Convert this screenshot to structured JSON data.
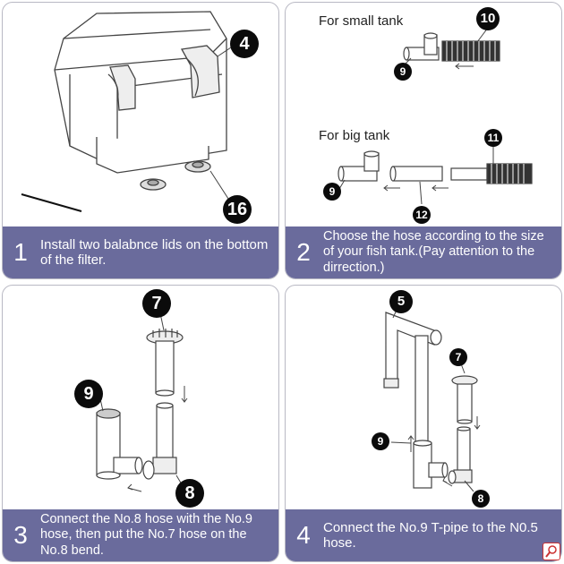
{
  "panels": [
    {
      "number": "1",
      "caption": "Install two balabnce lids on the bottom of the filter.",
      "callouts": [
        "4",
        "16"
      ]
    },
    {
      "number": "2",
      "caption": "Choose the hose according to the size of your fish tank.(Pay attention to the dirrection.)",
      "small_label": "For small tank",
      "big_label": "For big tank",
      "callouts": [
        "10",
        "9",
        "11",
        "9",
        "12"
      ]
    },
    {
      "number": "3",
      "caption": "Connect the No.8 hose with the No.9 hose, then put the No.7 hose on the No.8 bend.",
      "callouts": [
        "7",
        "9",
        "8"
      ]
    },
    {
      "number": "4",
      "caption": "Connect the No.9 T-pipe to the N0.5 hose.",
      "callouts": [
        "5",
        "7",
        "9",
        "8"
      ]
    }
  ],
  "icons": {
    "zoom": "magnifier-icon"
  },
  "colors": {
    "caption_bg": "#6a6b9c",
    "callout_bg": "#0b0b0b"
  }
}
